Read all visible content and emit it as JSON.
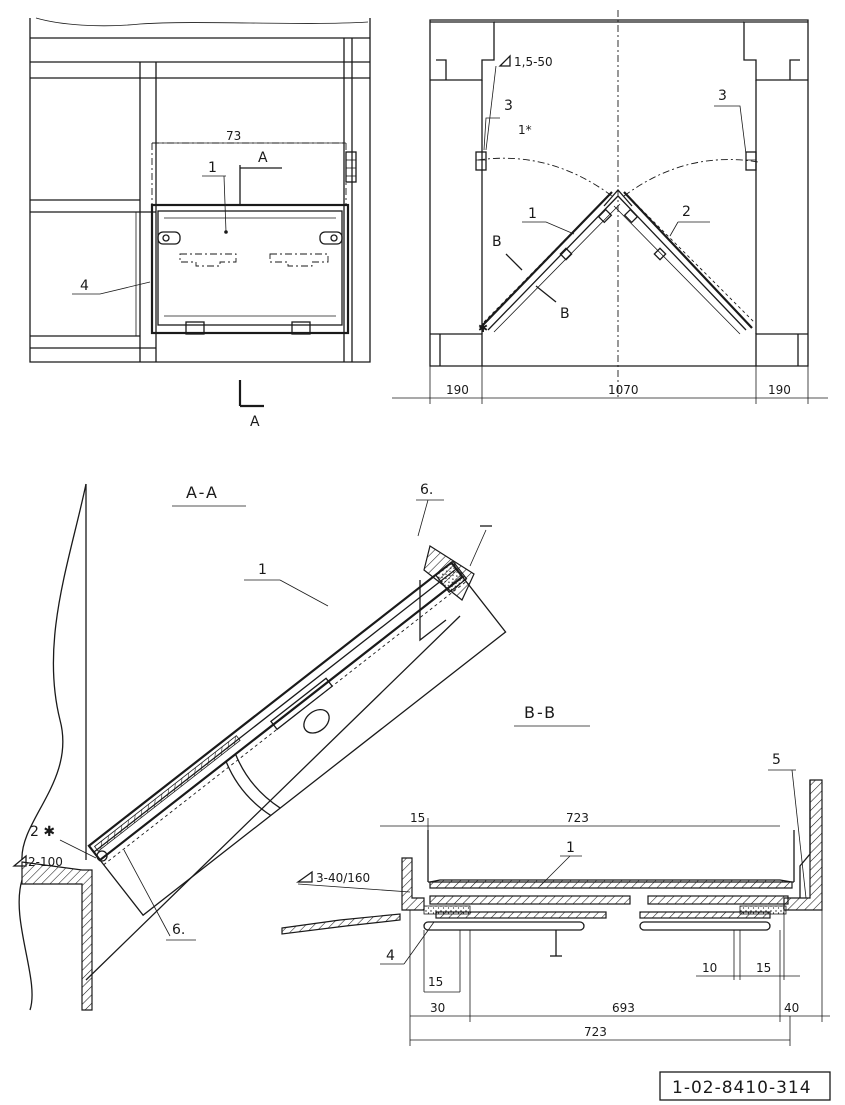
{
  "top_left_view": {
    "dim_73": "73",
    "section_mark_A_top": "A",
    "section_mark_A_bottom": "A",
    "callout_1": "1",
    "callout_4": "4"
  },
  "top_right_view": {
    "weld_note": "1,5-50",
    "callout_3_left": "3",
    "note_1star": "1*",
    "callout_3_right": "3",
    "callout_1": "1",
    "callout_2": "2",
    "section_mark_B_upper": "B",
    "section_mark_B_lower": "B",
    "dim_left": "190",
    "dim_center": "1070",
    "dim_right": "190"
  },
  "section_aa": {
    "title": "A-A",
    "callout_6_top": "6.",
    "callout_1": "1",
    "callout_2star": "2 ✱",
    "weld_note": "2-100",
    "callout_6_bottom": "6."
  },
  "section_bb": {
    "title": "B-B",
    "callout_5": "5",
    "callout_1": "1",
    "callout_4": "4",
    "weld_note": "3-40/160",
    "dim_15_top": "15",
    "dim_723_top": "723",
    "dim_15_left": "15",
    "dim_10": "10",
    "dim_15_right": "15",
    "dim_30": "30",
    "dim_693": "693",
    "dim_40": "40",
    "dim_723_bottom": "723"
  },
  "drawing_number": "1-02-8410-314"
}
